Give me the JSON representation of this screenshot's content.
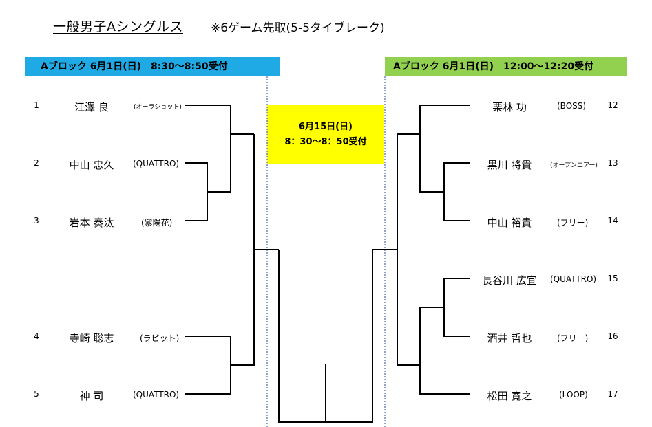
{
  "title": {
    "main": "一般男子Aシングルス",
    "sub": "※6ゲーム先取(5-5タイブレーク)"
  },
  "colors": {
    "left_header_bg": "#1FAAE6",
    "right_header_bg": "#92D050",
    "final_box_bg": "#FFFF00",
    "dotted_line": "#1F4E9A"
  },
  "left_block": {
    "header": "Aブロック 6月1日(日)　8:30〜8:50受付",
    "players": [
      {
        "seed": "1",
        "name": "江澤 良",
        "club": "(オーラショット)"
      },
      {
        "seed": "2",
        "name": "中山 忠久",
        "club": "(QUATTRO)"
      },
      {
        "seed": "3",
        "name": "岩本 奏汰",
        "club": "(紫陽花)"
      },
      {
        "seed": "4",
        "name": "寺崎 聡志",
        "club": "(ラビット)"
      },
      {
        "seed": "5",
        "name": "神 司",
        "club": "(QUATTRO)"
      }
    ]
  },
  "right_block": {
    "header": "Aブロック 6月1日(日)　12:00〜12:20受付",
    "players": [
      {
        "seed": "12",
        "name": "栗林 功",
        "club": "(BOSS)"
      },
      {
        "seed": "13",
        "name": "黒川 将貴",
        "club": "(オープンエアー)"
      },
      {
        "seed": "14",
        "name": "中山 裕貴",
        "club": "(フリー)"
      },
      {
        "seed": "15",
        "name": "長谷川 広宜",
        "club": "(QUATTRO)"
      },
      {
        "seed": "16",
        "name": "酒井 哲也",
        "club": "(フリー)"
      },
      {
        "seed": "17",
        "name": "松田 寛之",
        "club": "(LOOP)"
      }
    ]
  },
  "final": {
    "date": "6月15日(日)",
    "time": "8：30〜8：50受付"
  }
}
